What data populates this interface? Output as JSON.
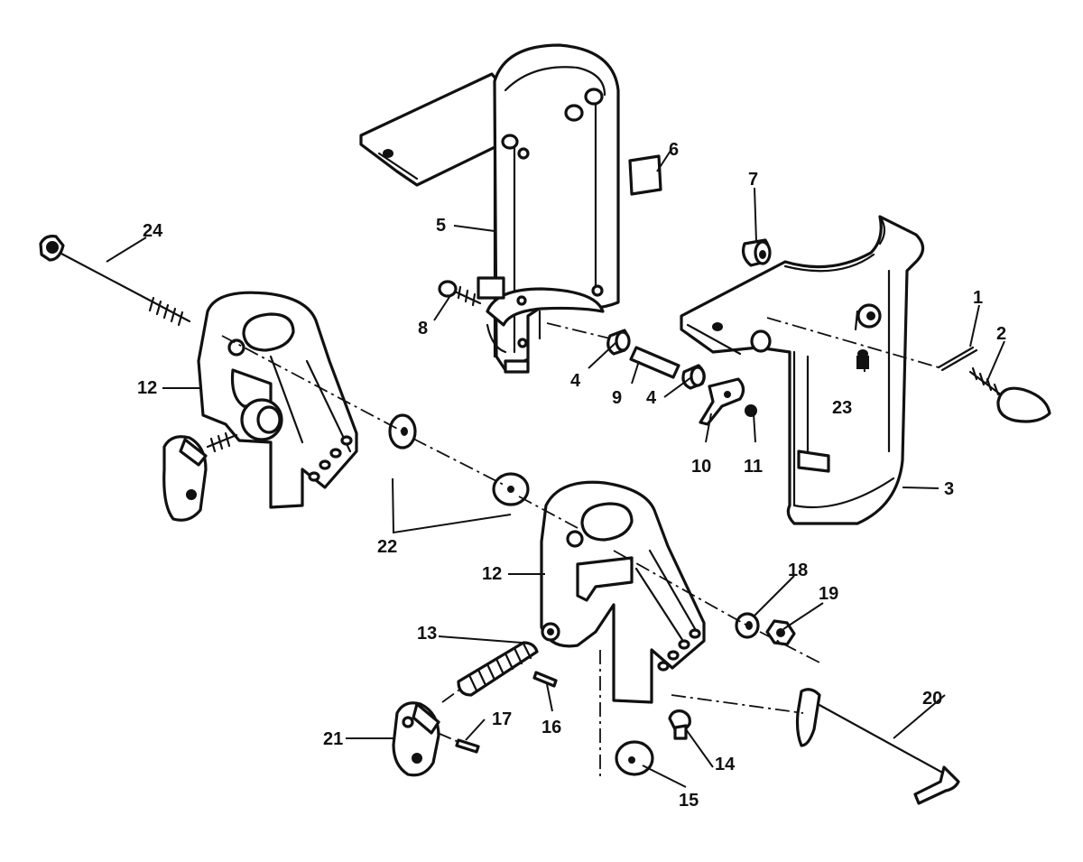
{
  "callouts": {
    "c1": "1",
    "c2": "2",
    "c3": "3",
    "c4a": "4",
    "c4b": "4",
    "c5": "5",
    "c6": "6",
    "c7": "7",
    "c8": "8",
    "c9": "9",
    "c10": "10",
    "c11": "11",
    "c12a": "12",
    "c12b": "12",
    "c13": "13",
    "c14": "14",
    "c15": "15",
    "c16": "16",
    "c17": "17",
    "c18": "18",
    "c19": "19",
    "c20": "20",
    "c21": "21",
    "c22": "22",
    "c23": "23",
    "c24": "24"
  }
}
